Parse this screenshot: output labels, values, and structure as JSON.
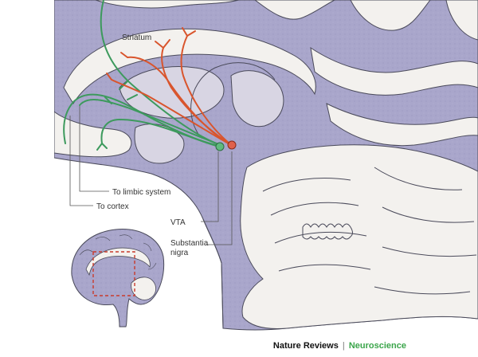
{
  "labels": {
    "striatum": "Striatum",
    "to_limbic": "To limbic system",
    "to_cortex": "To cortex",
    "vta": "VTA",
    "sn_line1": "Substantia",
    "sn_line2": "nigra"
  },
  "credit": {
    "publisher": "Nature Reviews",
    "separator": "|",
    "journal": "Neuroscience"
  },
  "colors": {
    "brain_fill": "#a9a6cb",
    "white_matter": "#f3f1ee",
    "striatum_fill": "#d8d5e3",
    "outline": "#4a4a5a",
    "green_pathway": "#3d9a5d",
    "red_pathway": "#d9552d",
    "inset_box": "#c83a2c",
    "journal_green": "#3aa54a"
  }
}
